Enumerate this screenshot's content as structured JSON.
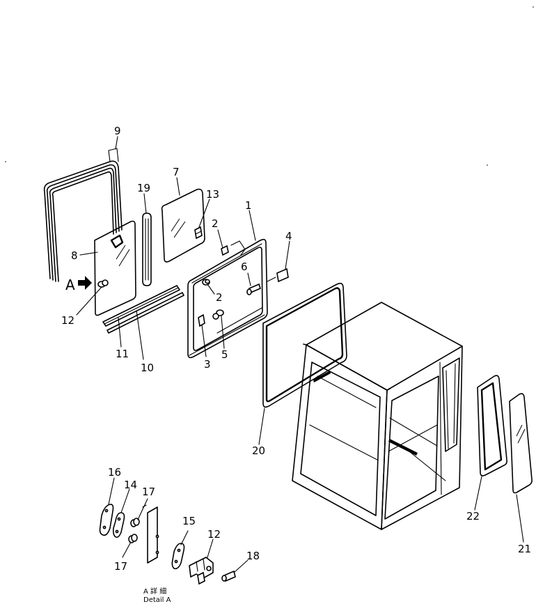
{
  "part_labels": {
    "p1": "1",
    "p2a": "2",
    "p2b": "2",
    "p3": "3",
    "p4": "4",
    "p5": "5",
    "p6": "6",
    "p7": "7",
    "p8": "8",
    "p9": "9",
    "p10": "10",
    "p11": "11",
    "p12a": "12",
    "p12b": "12",
    "p13": "13",
    "p14": "14",
    "p15": "15",
    "p16": "16",
    "p17a": "17",
    "p17b": "17",
    "p18": "18",
    "p19": "19",
    "p20": "20",
    "p21": "21",
    "p22": "22"
  },
  "view_marker": "A",
  "detail_caption": {
    "jp": "A 詳 細",
    "en": "Detail A"
  }
}
